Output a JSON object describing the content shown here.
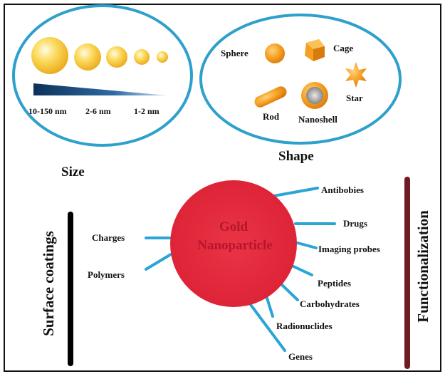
{
  "size_panel": {
    "title": "Size",
    "labels": [
      "10-150 nm",
      "2-6 nm",
      "1-2 nm"
    ]
  },
  "shape_panel": {
    "title": "Shape",
    "shapes": {
      "sphere": "Sphere",
      "cage": "Cage",
      "star": "Star",
      "rod": "Rod",
      "nanoshell": "Nanoshell"
    }
  },
  "core": {
    "line1": "Gold",
    "line2": "Nanoparticle"
  },
  "surface_coatings": {
    "title": "Surface coatings",
    "items": [
      "Charges",
      "Polymers"
    ]
  },
  "functionalization": {
    "title": "Functionalization",
    "items": [
      "Antibobies",
      "Drugs",
      "Imaging probes",
      "Peptides",
      "Carbohydrates",
      "Radionuclides",
      "Genes"
    ]
  },
  "colors": {
    "ellipse_border": "#2ea0cc",
    "connector": "#2aa5d6",
    "nanoparticle": "#e52b3c",
    "nanoparticle_text": "#b5162a",
    "gold": "#f5c62e",
    "orange": "#f39a1e",
    "coating_bar": "#000000",
    "function_bar": "#6e1b23"
  }
}
